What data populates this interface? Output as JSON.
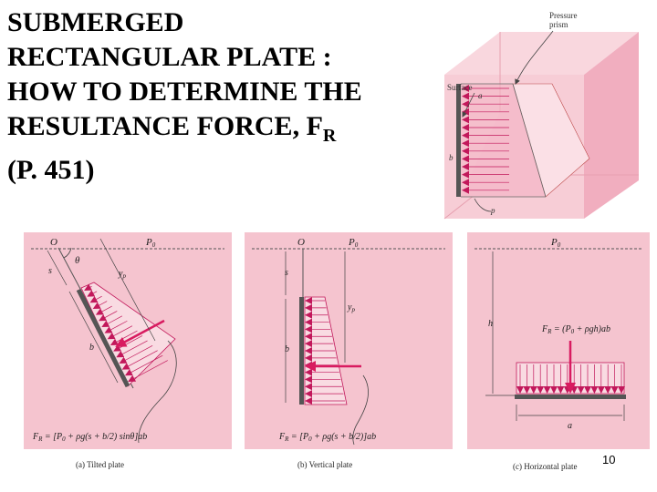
{
  "title": {
    "line1": "SUBMERGED",
    "line2": "RECTANGULAR PLATE :",
    "line3": "HOW TO DETERMINE THE",
    "line4": "RESULTANCE FORCE, F",
    "line4_sub": "R",
    "line5": "(P. 451)"
  },
  "page_number": "10",
  "colors": {
    "panel": "#f5c4cf",
    "panel_dark": "#ee9fb2",
    "plate": "#e05a80",
    "arrow": "#d81b60",
    "line": "#333333"
  },
  "prism": {
    "pressure_prism": [
      "Pressure",
      "prism"
    ],
    "surface": "Surface",
    "a": "a",
    "b": "b",
    "p": "p"
  },
  "tilted": {
    "O": "O",
    "P0": "P",
    "P0_sub": "0",
    "theta": "θ",
    "yp": "y",
    "yp_sub": "p",
    "s": "s",
    "b": "b",
    "formula": "F",
    "formula_sub": "R",
    "formula_rest": " = [P",
    "formula_sub2": "0",
    "formula_rest2": " + ρg(s + b/2) sinθ]ab",
    "caption": "(a) Tilted plate"
  },
  "vertical": {
    "O": "O",
    "P0": "P",
    "P0_sub": "0",
    "s": "s",
    "yp": "y",
    "yp_sub": "p",
    "b": "b",
    "formula": "F",
    "formula_sub": "R",
    "formula_rest": " = [P",
    "formula_sub2": "0",
    "formula_rest2": " + ρg(s + b/2)]ab",
    "caption": "(b) Vertical plate"
  },
  "horizontal": {
    "P0": "P",
    "P0_sub": "0",
    "h": "h",
    "formula": "F",
    "formula_sub": "R",
    "formula_rest": " = (P",
    "formula_sub2": "0",
    "formula_rest2": " + ρgh)ab",
    "a": "a",
    "caption": "(c) Horizontal plate"
  }
}
